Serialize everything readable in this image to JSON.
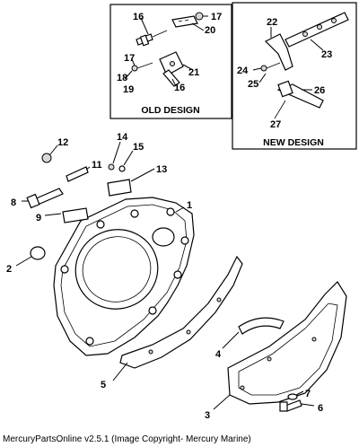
{
  "boxes": {
    "old_design": "OLD DESIGN",
    "new_design": "NEW DESIGN"
  },
  "callouts": {
    "n1": "1",
    "n2": "2",
    "n3": "3",
    "n4": "4",
    "n5": "5",
    "n6": "6",
    "n7": "7",
    "n8": "8",
    "n9": "9",
    "n11": "11",
    "n12": "12",
    "n13": "13",
    "n14": "14",
    "n15": "15",
    "n16a": "16",
    "n16b": "16",
    "n17a": "17",
    "n17b": "17",
    "n18": "18",
    "n19": "19",
    "n20": "20",
    "n21": "21",
    "n22": "22",
    "n23": "23",
    "n24": "24",
    "n25": "25",
    "n26": "26",
    "n27": "27"
  },
  "footer": "MercuryPartsOnline v2.5.1 (Image Copyright- Mercury Marine)"
}
